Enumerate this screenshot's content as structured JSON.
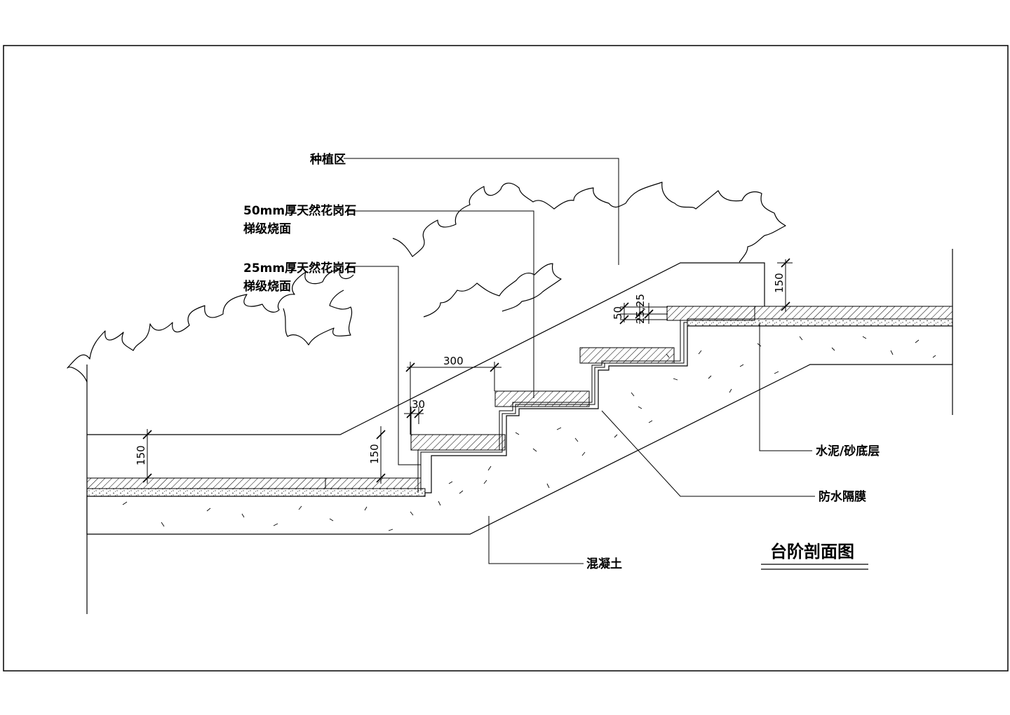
{
  "title": "台阶剖面图",
  "labels": {
    "planting_zone": "种植区",
    "stone_50_line1": "50mm厚天然花岗石",
    "stone_50_line2": "梯级烧面",
    "stone_25_line1": "25mm厚天然花岗石",
    "stone_25_line2": "梯级烧面",
    "cement_sand": "水泥/砂底层",
    "waterproof": "防水隔膜",
    "concrete": "混凝土"
  },
  "dimensions": {
    "tread_width": "300",
    "nosing": "30",
    "left_height": "150",
    "first_riser": "150",
    "top_height": "150",
    "slab_50": "50",
    "layer_25_25": "25,25"
  }
}
